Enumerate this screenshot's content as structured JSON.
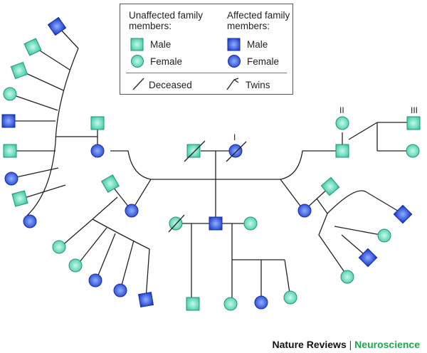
{
  "legend": {
    "unaffected_title": "Unaffected family members:",
    "affected_title": "Affected family members:",
    "male_label": "Male",
    "female_label": "Female",
    "affected_male_label": "Male",
    "affected_female_label": "Female",
    "deceased_label": "Deceased",
    "twins_label": "Twins"
  },
  "generation_labels": [
    "I",
    "II",
    "III"
  ],
  "credit": {
    "journal": "Nature Reviews",
    "separator": "|",
    "subject": "Neuroscience"
  },
  "colors": {
    "unaffected_fill": "#5fe0c0",
    "affected_fill": "#2a55d8",
    "line": "#222222"
  }
}
